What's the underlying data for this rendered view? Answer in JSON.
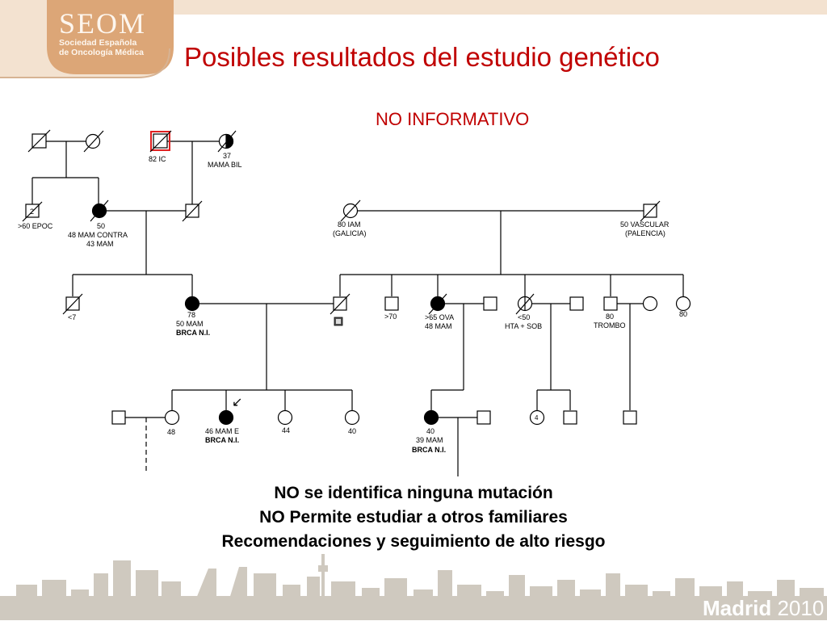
{
  "logo": {
    "name": "SEOM",
    "line1": "Sociedad Española",
    "line2": "de Oncología Médica"
  },
  "title": "Posibles resultados del estudio genético",
  "subtitle": "NO INFORMATIVO",
  "pedigree": {
    "labels": {
      "gp_mat_mother": "82 IC",
      "gp_mat_father_1": "37",
      "gp_mat_father_2": "MAMA BIL",
      "sib_count": "2",
      "uncle_age": ">60 EPOC",
      "grandmother_1": "50",
      "grandmother_2": "48 MAM CONTRA",
      "grandmother_3": "43 MAM",
      "pat_grandparent_1": "80 IAM",
      "pat_grandparent_2": "(GALICIA)",
      "pat_grandparent2_1": "50 VASCULAR",
      "pat_grandparent2_2": "(PALENCIA)",
      "uncle2_age": "<7",
      "mother_1": "78",
      "mother_2": "50 MAM",
      "mother_3": "BRCA N.I.",
      "father_icon": "⊠",
      "pat_uncle_age": ">70",
      "pat_aunt_1": ">65 OVA",
      "pat_aunt_2": "48 MAM",
      "pat_aunt2_1": "<50",
      "pat_aunt2_2": "HTA + SOB",
      "pat_uncle3_1": "80",
      "pat_uncle3_2": "TROMBO",
      "pat_aunt4_age": "80",
      "sister1_age": "48",
      "proband_1": "46 MAM E",
      "proband_2": "BRCA N.I.",
      "sister2_age": "44",
      "sister3_age": "40",
      "cousin_1": "40",
      "cousin_2": "39 MAM",
      "cousin_3": "BRCA N.I.",
      "cousins_count": "4",
      "proband_arrow": "↙"
    }
  },
  "conclusions": [
    "NO se identifica ninguna mutación",
    "NO Permite estudiar a otros familiares",
    "Recomendaciones y seguimiento de alto riesgo"
  ],
  "footer": {
    "city": "Madrid",
    "year": "2010"
  },
  "colors": {
    "title": "#c00000",
    "header": "#e9c9a9",
    "logo_panel": "#dfa97a",
    "skyline": "#c9c2b7"
  }
}
